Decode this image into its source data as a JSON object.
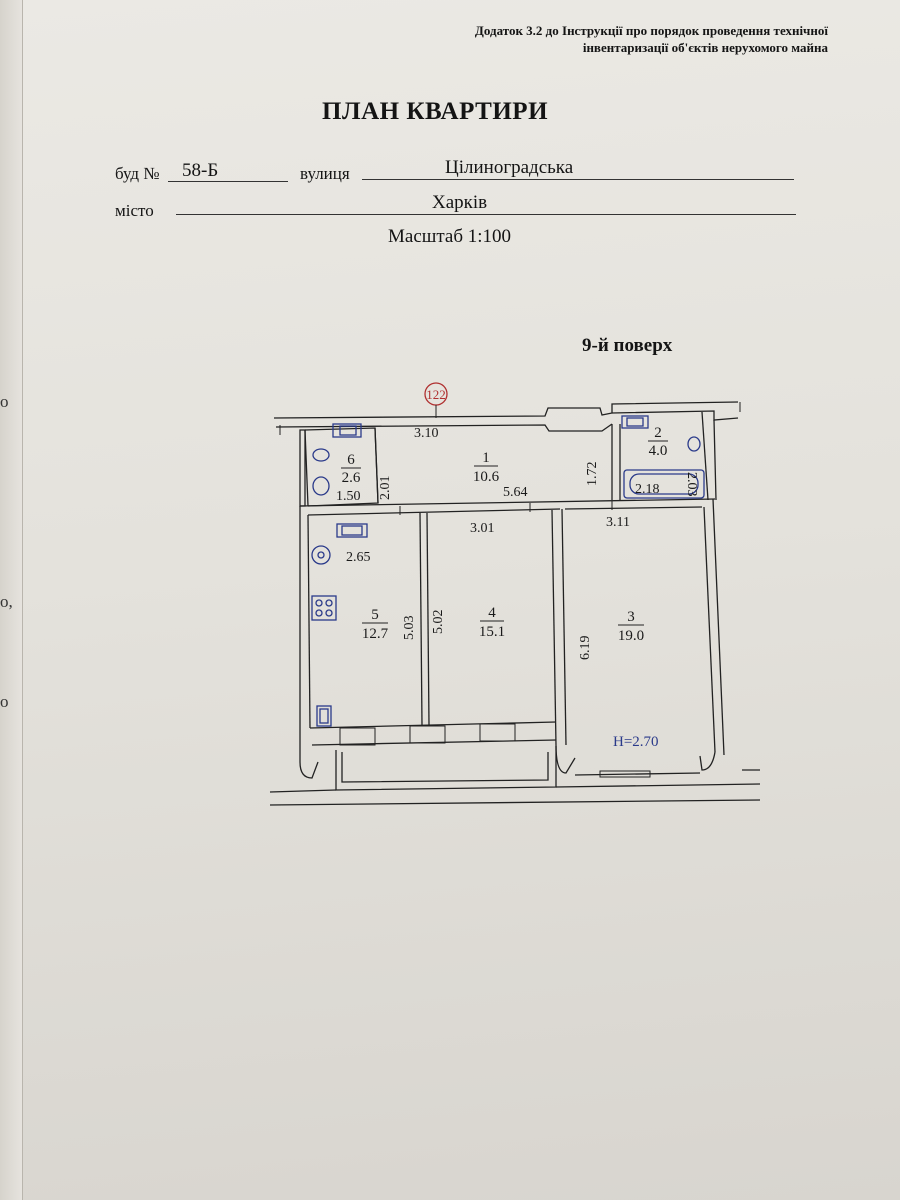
{
  "header": {
    "line1": "Додаток 3.2 до Інструкції про порядок проведення технічної",
    "line2": "інвентаризації об'єктів нерухомого майна"
  },
  "title": "ПЛАН КВАРТИРИ",
  "address": {
    "building_label": "буд №",
    "building_value": "58-Б",
    "street_label": "вулиця",
    "street_value": "Цілиноградська",
    "city_label": "місто",
    "city_value": "Харків"
  },
  "scale": "Масштаб 1:100",
  "floor": "9-й поверх",
  "marker": "122",
  "rooms": [
    {
      "num": "1",
      "area": "10.6"
    },
    {
      "num": "2",
      "area": "4.0"
    },
    {
      "num": "3",
      "area": "19.0"
    },
    {
      "num": "4",
      "area": "15.1"
    },
    {
      "num": "5",
      "area": "12.7"
    },
    {
      "num": "6",
      "area": "2.6"
    }
  ],
  "dimensions": {
    "d310": "3.10",
    "d564": "5.64",
    "d172": "1.72",
    "d201": "2.01",
    "d150": "1.50",
    "d203": "2.03",
    "d218": "2.18",
    "d301": "3.01",
    "d311": "3.11",
    "d265": "2.65",
    "d503": "5.03",
    "d502": "5.02",
    "d619": "6.19"
  },
  "height_note": "H=2.70",
  "edge_marks": [
    "о",
    "о,",
    "о"
  ],
  "colors": {
    "plan_blue": "#2a3a8a",
    "marker_red": "#b03030",
    "ink": "#1a1a1a"
  }
}
